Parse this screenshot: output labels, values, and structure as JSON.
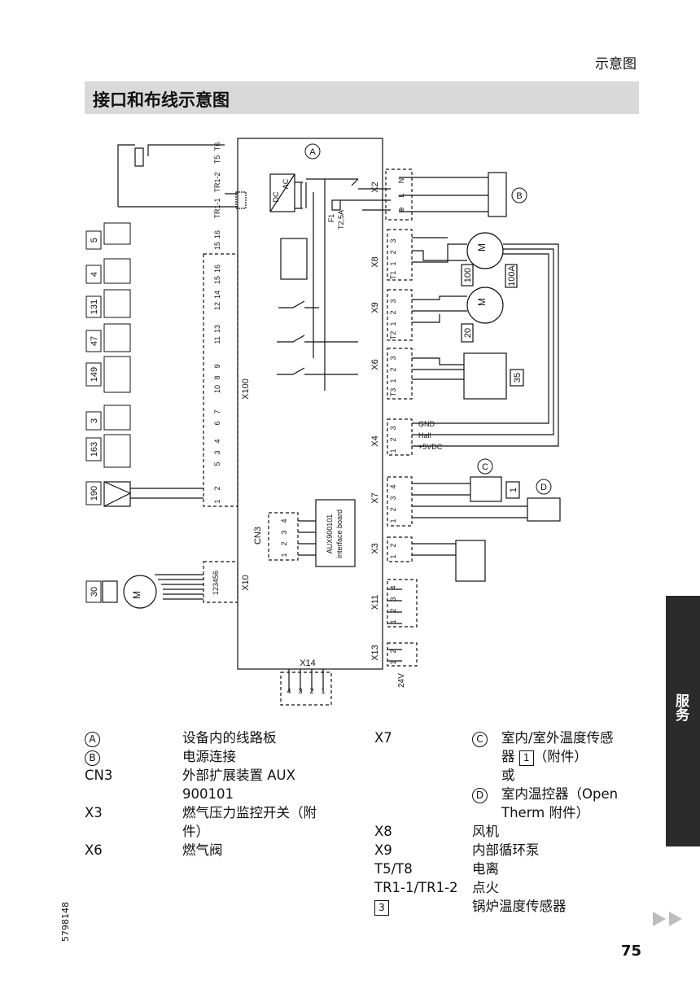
{
  "header": {
    "section": "示意图"
  },
  "title": "接口和布线示意图",
  "diagram": {
    "circle_labels": [
      "A",
      "B",
      "C",
      "D"
    ],
    "component_numbers": [
      "5",
      "4",
      "131",
      "47",
      "149",
      "3",
      "163",
      "190",
      "30",
      "100",
      "100A",
      "20",
      "35",
      "1"
    ],
    "connectors": [
      "X100",
      "X10",
      "X14",
      "CN3",
      "X2",
      "X8",
      "X9",
      "X6",
      "X4",
      "X7",
      "X3",
      "X11",
      "X13"
    ],
    "left_pins": [
      "T6",
      "T5",
      "TR1-2",
      "TR1-1",
      "16",
      "15",
      "16",
      "15",
      "14",
      "12",
      "13",
      "11",
      "9",
      "8",
      "10",
      "7",
      "6",
      "4",
      "3",
      "5",
      "2",
      "1"
    ],
    "x10_pins": "123456",
    "board": {
      "line1": "AUX900101",
      "line2": "interface board"
    },
    "fuse": {
      "name": "F1",
      "rating": "T2,5A"
    },
    "dcac": [
      "DC",
      "AC"
    ],
    "x2_pins": [
      "N",
      "L",
      "⊕"
    ],
    "x8_pins": [
      "3",
      "2",
      "1",
      "T1"
    ],
    "x9_pins": [
      "3",
      "2",
      "1",
      "T2"
    ],
    "x6_pins": [
      "3",
      "2",
      "1",
      "T3"
    ],
    "x4_pins": [
      "3",
      "2",
      "1"
    ],
    "x4_signals": [
      "GND",
      "Hall",
      "+5VDC"
    ],
    "x7_pins": [
      "4",
      "3",
      "2",
      "1"
    ],
    "x3_pins": [
      "2",
      "1"
    ],
    "x11_pins": [
      "4",
      "3",
      "2",
      "1"
    ],
    "x13_pins": [
      "2",
      "1"
    ],
    "x14_pins": [
      "4",
      "3",
      "2",
      "1"
    ],
    "cn3_pins": [
      "4",
      "3",
      "2",
      "1"
    ],
    "voltage": "24V",
    "motor_label": "M"
  },
  "legend_left": [
    {
      "key": "A",
      "type": "circle",
      "text": "设备内的线路板"
    },
    {
      "key": "B",
      "type": "circle",
      "text": "电源连接"
    },
    {
      "key": "CN3",
      "type": "text",
      "text": "外部扩展装置 AUX",
      "text2": "900101"
    },
    {
      "key": "X3",
      "type": "text",
      "text": "燃气压力监控开关（附",
      "text2": "件）"
    },
    {
      "key": "X6",
      "type": "text",
      "text": "燃气阀"
    }
  ],
  "legend_right": {
    "x7_key": "X7",
    "c_circle": "C",
    "c_text1": "室内/室外温度传感",
    "c_text2a": "器",
    "c_box": "1",
    "c_text2b": "（附件）",
    "or_text": "或",
    "d_circle": "D",
    "d_text1": "室内温控器（Open",
    "d_text2": "Therm 附件）",
    "rows": [
      {
        "key": "X8",
        "text": "风机"
      },
      {
        "key": "X9",
        "text": "内部循环泵"
      },
      {
        "key": "T5/T8",
        "text": "电离"
      },
      {
        "key": "TR1-1/TR1-2",
        "text": "点火"
      }
    ],
    "box_key": "3",
    "box_text": "锅炉温度传感器"
  },
  "side_tab": "服务",
  "doc_number": "5798148",
  "page_number": "75",
  "colors": {
    "title_bar": "#d9d9d9",
    "side_tab": "#2b2b2b"
  }
}
